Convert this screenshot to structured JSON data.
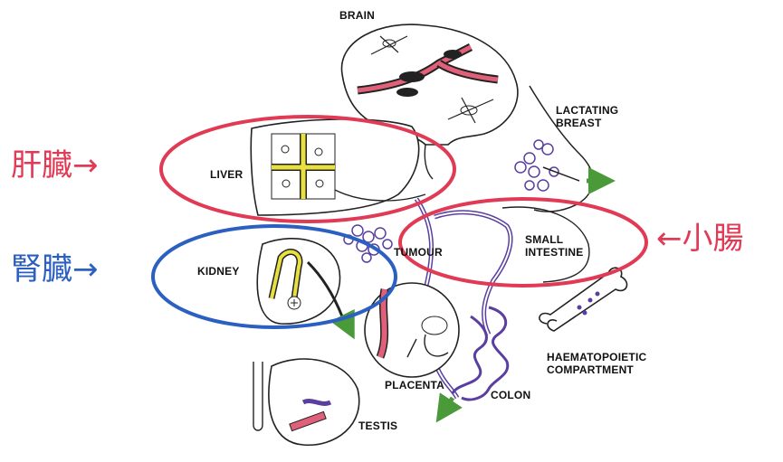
{
  "labels": {
    "brain": "BRAIN",
    "lactating_breast": [
      "LACTATING",
      "BREAST"
    ],
    "liver": "LIVER",
    "kidney": "KIDNEY",
    "tumour": "TUMOUR",
    "small_intestine": [
      "SMALL",
      "INTESTINE"
    ],
    "haematopoietic": [
      "HAEMATOPOIETIC",
      "COMPARTMENT"
    ],
    "placenta": "PLACENTA",
    "colon": "COLON",
    "testis": "TESTIS"
  },
  "annotations": {
    "liver": "肝臓→",
    "kidney": "腎臓→",
    "small_intestine": "←小腸"
  },
  "colors": {
    "annotation_red": "#e03a55",
    "annotation_blue": "#2b5fc2",
    "vessel_pink": "#e0607a",
    "liver_yellow": "#e8e040",
    "lymph_purple": "#5a3fa0",
    "arrow_green": "#4a9a3a"
  }
}
